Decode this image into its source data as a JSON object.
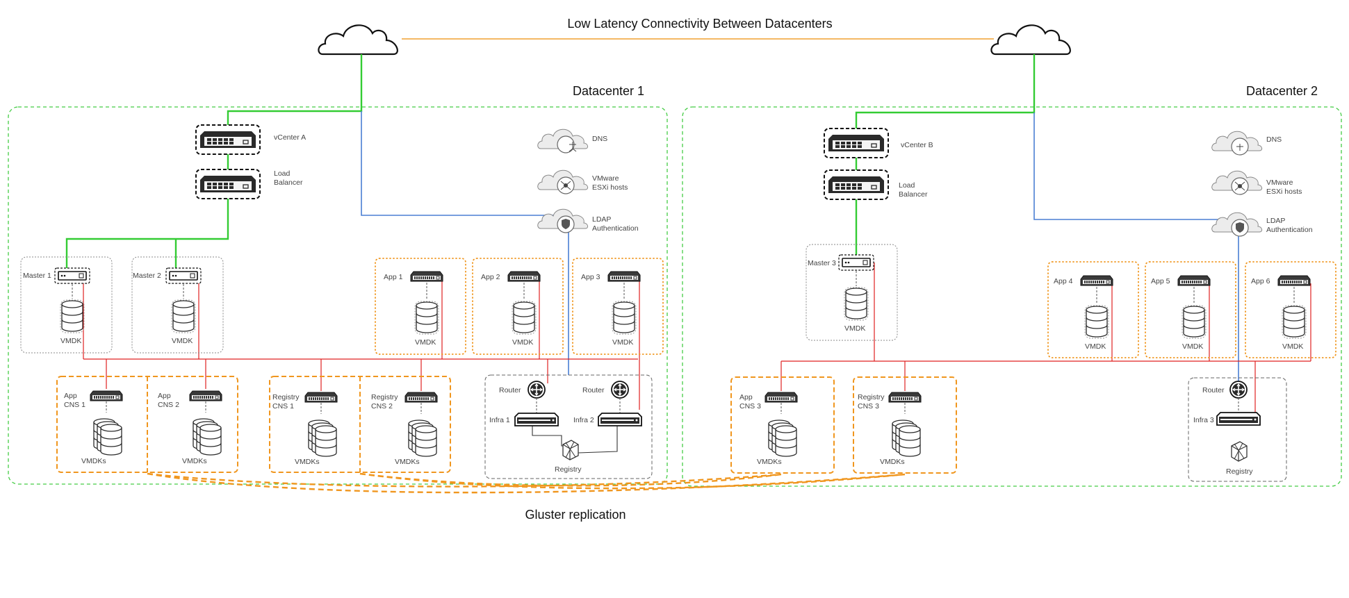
{
  "title": "Low Latency Connectivity Between Datacenters",
  "footer": "Gluster replication",
  "colors": {
    "management": "#33cc33",
    "ldap": "#4a7fd4",
    "node_network": "#e02020",
    "wan": "#f0a030",
    "datacenter_border": "#44cc44",
    "storage_group": "#f0961e",
    "node_group": "#888888"
  },
  "datacenters": [
    {
      "label": "Datacenter 1",
      "vcenter": "vCenter A",
      "load_balancer": [
        "Load",
        "Balancer"
      ],
      "services": {
        "dns": "DNS",
        "esxi": [
          "VMware",
          "ESXi hosts"
        ],
        "ldap": [
          "LDAP",
          "Authentication"
        ]
      },
      "masters": [
        {
          "name": "Master 1",
          "storage": "VMDK"
        },
        {
          "name": "Master 2",
          "storage": "VMDK"
        }
      ],
      "apps": [
        {
          "name": "App 1",
          "storage": "VMDK"
        },
        {
          "name": "App 2",
          "storage": "VMDK"
        },
        {
          "name": "App  3",
          "storage": "VMDK"
        }
      ],
      "cns": [
        {
          "name": [
            "App",
            "CNS  1"
          ],
          "storage": "VMDKs"
        },
        {
          "name": [
            "App",
            "CNS  2"
          ],
          "storage": "VMDKs"
        },
        {
          "name": [
            "Registry",
            "CNS  1"
          ],
          "storage": "VMDKs"
        },
        {
          "name": [
            "Registry",
            "CNS  2"
          ],
          "storage": "VMDKs"
        }
      ],
      "infra": [
        {
          "router": "Router",
          "name": "Infra 1"
        },
        {
          "router": "Router",
          "name": "Infra 2"
        }
      ],
      "registry": "Registry"
    },
    {
      "label": "Datacenter 2",
      "vcenter": "vCenter B",
      "load_balancer": [
        "Load",
        "Balancer"
      ],
      "services": {
        "dns": "DNS",
        "esxi": [
          "VMware",
          "ESXi hosts"
        ],
        "ldap": [
          "LDAP",
          "Authentication"
        ]
      },
      "masters": [
        {
          "name": "Master 3",
          "storage": "VMDK"
        }
      ],
      "apps": [
        {
          "name": "App 4",
          "storage": "VMDK"
        },
        {
          "name": "App 5",
          "storage": "VMDK"
        },
        {
          "name": "App  6",
          "storage": "VMDK"
        }
      ],
      "cns": [
        {
          "name": [
            "App",
            "CNS  3"
          ],
          "storage": "VMDKs"
        },
        {
          "name": [
            "Registry",
            "CNS  3"
          ],
          "storage": "VMDKs"
        }
      ],
      "infra": [
        {
          "router": "Router",
          "name": "Infra 3"
        }
      ],
      "registry": "Registry"
    }
  ]
}
